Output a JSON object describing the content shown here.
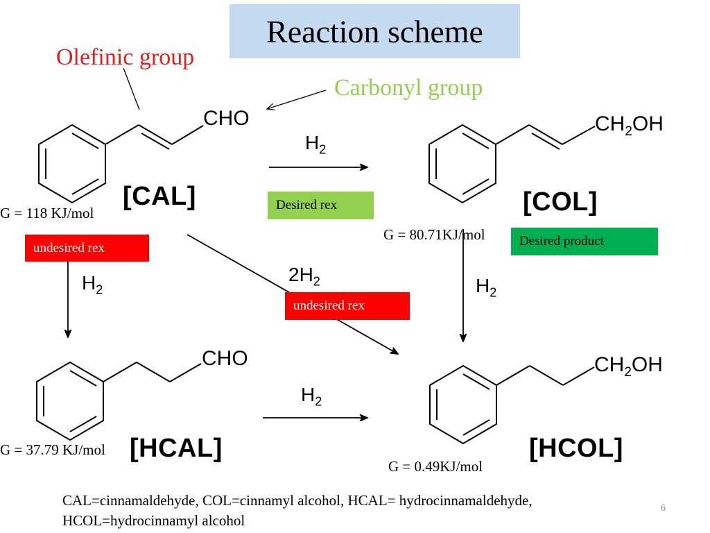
{
  "title": "Reaction scheme",
  "annotations": {
    "olefinic": "Olefinic group",
    "carbonyl": "Carbonyl group"
  },
  "compounds": {
    "cal": {
      "label": "[CAL]",
      "group": "CHO",
      "energy": "G = 118 KJ/mol"
    },
    "col": {
      "label": "[COL]",
      "group_main": "CH",
      "group_sub": "2",
      "group_tail": "OH",
      "energy": "G = 80.71KJ/mol"
    },
    "hcal": {
      "label": "[HCAL]",
      "group": "CHO",
      "energy": "G = 37.79 KJ/mol"
    },
    "hcol": {
      "label": "[HCOL]",
      "group_main": "CH",
      "group_sub": "2",
      "group_tail": "OH",
      "energy": "G = 0.49KJ/mol"
    }
  },
  "reagents": {
    "cal_to_col": {
      "main": "H",
      "sub": "2"
    },
    "cal_to_hcal": {
      "main": "H",
      "sub": "2"
    },
    "cal_to_hcol": {
      "prefix": "2H",
      "sub": "2"
    },
    "col_to_hcol": {
      "main": "H",
      "sub": "2"
    },
    "hcal_to_hcol": {
      "main": "H",
      "sub": "2"
    }
  },
  "tags": {
    "desired_rex": "Desired rex",
    "desired_product": "Desired product",
    "undesired_rex_left": "undesired rex",
    "undesired_rex_center": "undesired rex"
  },
  "colors": {
    "title_bg": "#c5d9f1",
    "olefinic": "#e02020",
    "carbonyl": "#92d050",
    "undesired": "#ff0000",
    "desired_rex": "#92d050",
    "desired_product": "#00b050",
    "carbonyl_arrow": "#4f81bd"
  },
  "footnote": {
    "line1": "CAL=cinnamaldehyde, COL=cinnamyl alcohol, HCAL= hydrocinnamaldehyde,",
    "line2": "HCOL=hydrocinnamyl alcohol"
  },
  "slide_number": "6"
}
